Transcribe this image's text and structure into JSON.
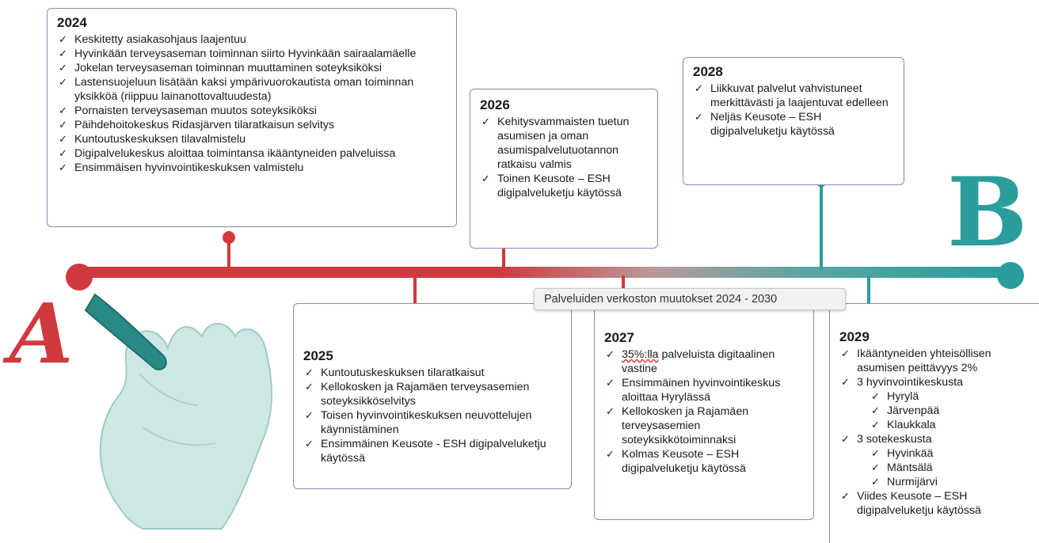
{
  "colors": {
    "red": "#d0393e",
    "teal": "#2a9d9c",
    "box_border": "#9a7fb8"
  },
  "letter_a": "A",
  "letter_b": "B",
  "tooltip": "Palveluiden verkoston muutokset 2024 - 2030",
  "milestones": {
    "y2024": {
      "year": "2024",
      "items": [
        "Keskitetty asiakasohjaus laajentuu",
        "Hyvinkään terveysaseman toiminnan siirto Hyvinkään sairaalamäelle",
        "Jokelan terveysaseman toiminnan muuttaminen soteyksiköksi",
        "Lastensuojeluun lisätään kaksi ympärivuorokautista oman toiminnan yksikköä (riippuu lainanottovaltuudesta)",
        "Pornaisten terveysaseman muutos soteyksiköksi",
        "Päihdehoitokeskus Ridasjärven tilaratkaisun selvitys",
        "Kuntoutuskeskuksen tilavalmistelu",
        "Digipalvelukeskus aloittaa toimintansa ikääntyneiden palveluissa",
        "Ensimmäisen hyvinvointikeskuksen valmistelu"
      ]
    },
    "y2025": {
      "year": "2025",
      "items": [
        "Kuntoutuskeskuksen tilaratkaisut",
        "Kellokosken ja Rajamäen terveysasemien soteyksikköselvitys",
        "Toisen hyvinvointikeskuksen neuvottelujen käynnistäminen",
        "Ensimmäinen Keusote - ESH digipalveluketju käytössä"
      ]
    },
    "y2026": {
      "year": "2026",
      "items": [
        "Kehitysvammaisten tuetun asumisen ja oman asumispalvelutuotannon ratkaisu valmis",
        "Toinen Keusote – ESH digipalveluketju käytössä"
      ]
    },
    "y2027": {
      "year": "2027",
      "item1_squiggle": "35%:lla",
      "item1_rest": " palveluista digitaalinen vastine",
      "items": [
        "Ensimmäinen hyvinvointikeskus aloittaa Hyrylässä",
        "Kellokosken ja Rajamäen terveysasemien soteyksikkötoiminnaksi",
        "Kolmas Keusote – ESH digipalveluketju käytössä"
      ]
    },
    "y2028": {
      "year": "2028",
      "items": [
        "Liikkuvat palvelut vahvistuneet merkittävästi ja laajentuvat edelleen",
        "Neljäs Keusote – ESH digipalveluketju käytössä"
      ]
    },
    "y2029": {
      "year": "2029",
      "item1": "Ikääntyneiden yhteisöllisen asumisen peittävyys 2%",
      "item2": "3 hyvinvointikeskusta",
      "item2_sub": [
        "Hyrylä",
        "Järvenpää",
        "Klaukkala"
      ],
      "item3": "3 sotekeskusta",
      "item3_sub": [
        "Hyvinkää",
        "Mäntsälä",
        "Nurmijärvi"
      ],
      "item4": "Viides Keusote – ESH digipalveluketju käytössä"
    }
  }
}
